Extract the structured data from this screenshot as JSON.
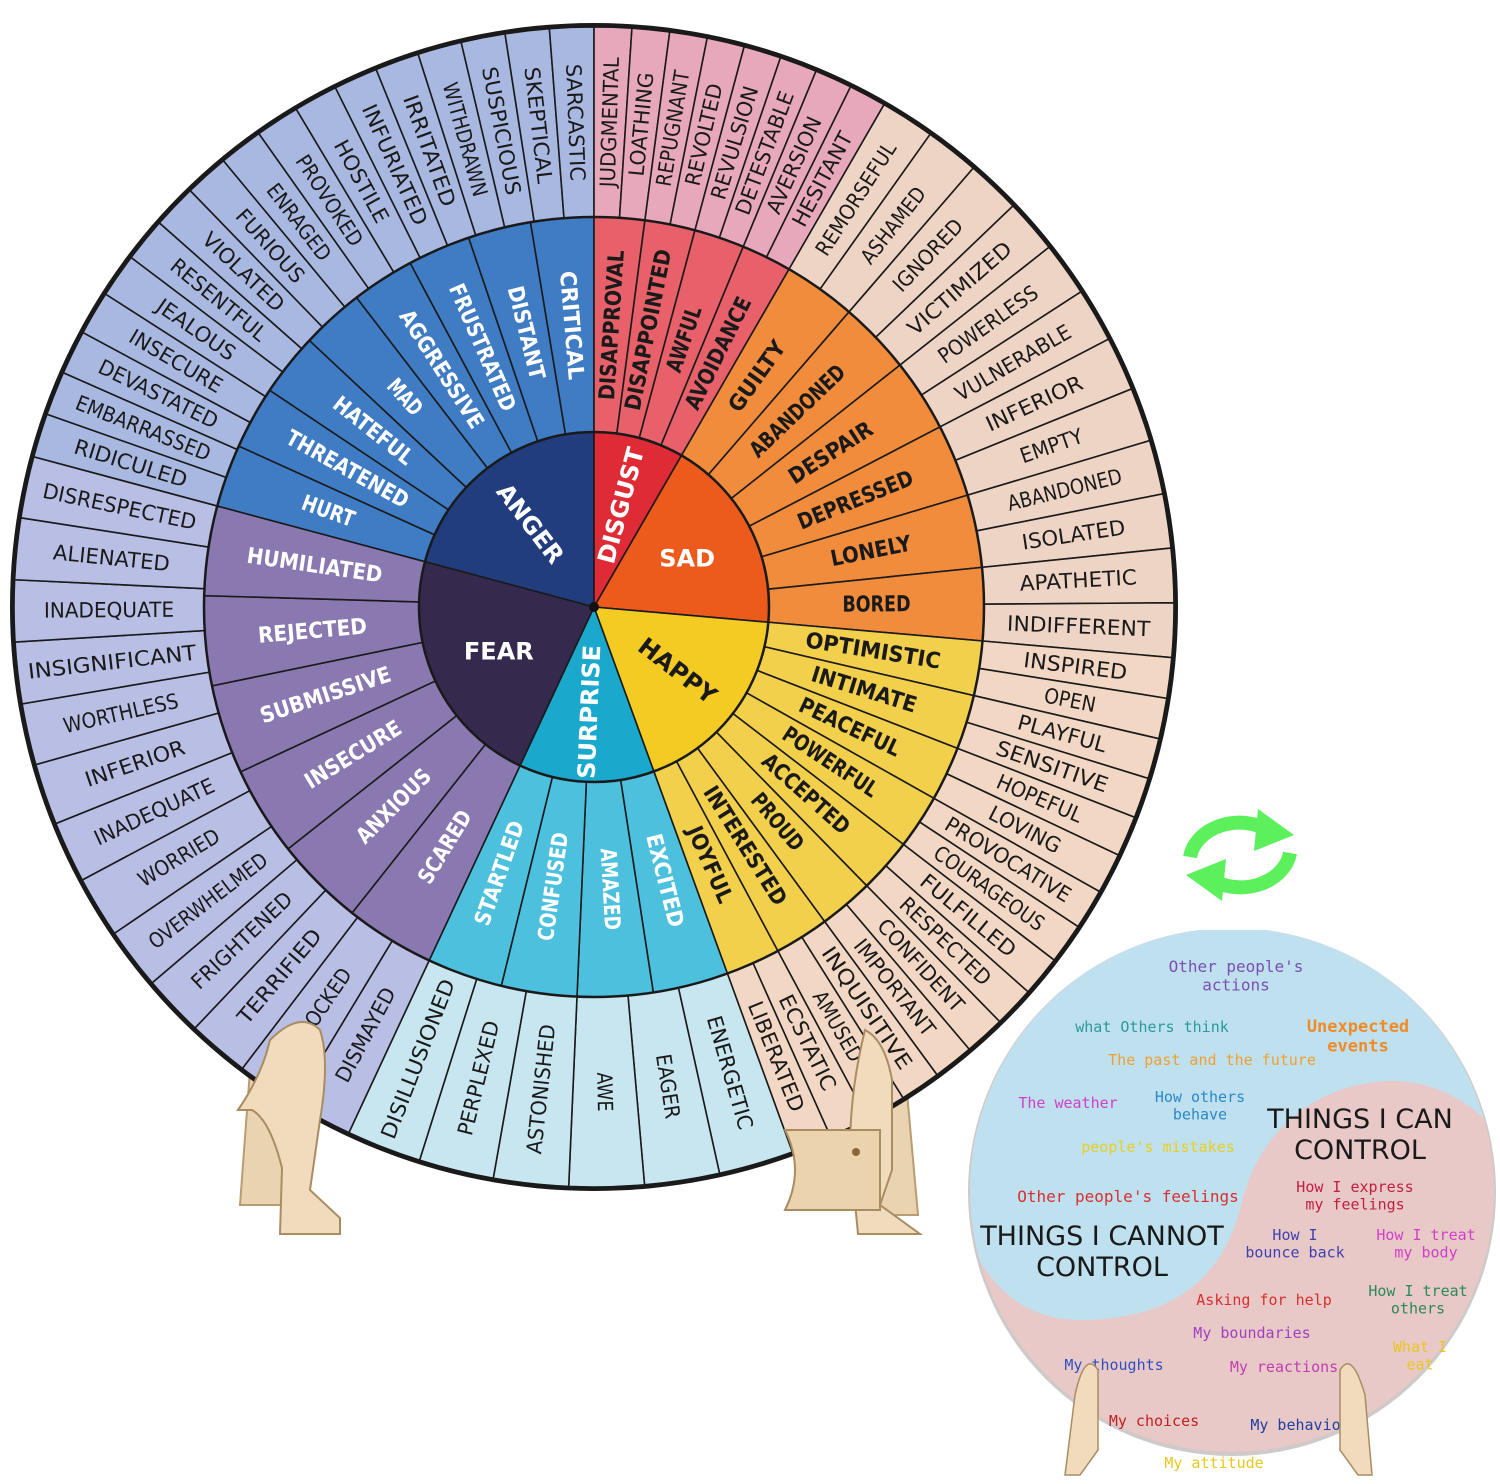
{
  "wheel": {
    "core": [
      {
        "label": "ANGER",
        "color": "#223d7e",
        "start": -75,
        "end": 0
      },
      {
        "label": "DISGUST",
        "color": "#de2b36",
        "start": 0,
        "end": 30
      },
      {
        "label": "SAD",
        "color": "#ec5a1c",
        "start": 30,
        "end": 95
      },
      {
        "label": "HAPPY",
        "color": "#f4cb22",
        "start": 95,
        "end": 160
      },
      {
        "label": "SURPRISE",
        "color": "#1aa9cc",
        "start": 160,
        "end": 205
      },
      {
        "label": "FEAR",
        "color": "#352a4e",
        "start": 205,
        "end": 285
      }
    ],
    "middle": [
      {
        "color": "#3f7cc4",
        "labels": [
          "HURT",
          "THREATENED",
          "HATEFUL",
          "MAD",
          "AGGRESSIVE",
          "FRUSTRATED",
          "DISTANT",
          "CRITICAL"
        ]
      },
      {
        "color": "#e8606a",
        "labels": [
          "DISAPPROVAL",
          "DISAPPOINTED",
          "AWFUL",
          "AVOIDANCE"
        ]
      },
      {
        "color": "#f08c3c",
        "labels": [
          "GUILTY",
          "ABANDONED",
          "DESPAIR",
          "DEPRESSED",
          "LONELY",
          "BORED"
        ]
      },
      {
        "color": "#f2d04c",
        "labels": [
          "OPTIMISTIC",
          "INTIMATE",
          "PEACEFUL",
          "POWERFUL",
          "ACCEPTED",
          "PROUD",
          "INTERESTED",
          "JOYFUL"
        ]
      },
      {
        "color": "#4cc0dc",
        "labels": [
          "EXCITED",
          "AMAZED",
          "CONFUSED",
          "STARTLED"
        ]
      },
      {
        "color": "#8a78b0",
        "labels": [
          "SCARED",
          "ANXIOUS",
          "INSECURE",
          "SUBMISSIVE",
          "REJECTED",
          "HUMILIATED"
        ]
      }
    ],
    "outer": [
      {
        "color": "#a8b8e0",
        "labels": [
          "RIDICULED",
          "EMBARRASSED",
          "DEVASTATED",
          "INSECURE",
          "JEALOUS",
          "RESENTFUL",
          "VIOLATED",
          "FURIOUS",
          "ENRAGED",
          "PROVOKED",
          "HOSTILE",
          "INFURIATED",
          "IRRITATED",
          "WITHDRAWN",
          "SUSPICIOUS",
          "SKEPTICAL",
          "SARCASTIC"
        ]
      },
      {
        "color": "#e8a8bc",
        "labels": [
          "JUDGMENTAL",
          "LOATHING",
          "REPUGNANT",
          "REVOLTED",
          "REVULSION",
          "DETESTABLE",
          "AVERSION",
          "HESITANT"
        ]
      },
      {
        "color": "#eed4c4",
        "labels": [
          "REMORSEFUL",
          "ASHAMED",
          "IGNORED",
          "VICTIMIZED",
          "POWERLESS",
          "VULNERABLE",
          "INFERIOR",
          "EMPTY",
          "ABANDONED",
          "ISOLATED",
          "APATHETIC",
          "INDIFFERENT"
        ]
      },
      {
        "color": "#f2d8c4",
        "labels": [
          "INSPIRED",
          "OPEN",
          "PLAYFUL",
          "SENSITIVE",
          "HOPEFUL",
          "LOVING",
          "PROVOCATIVE",
          "COURAGEOUS",
          "FULFILLED",
          "RESPECTED",
          "CONFIDENT",
          "IMPORTANT",
          "INQUISITIVE",
          "AMUSED",
          "ECSTATIC",
          "LIBERATED"
        ]
      },
      {
        "color": "#c8e6f0",
        "labels": [
          "ENERGETIC",
          "EAGER",
          "AWE",
          "ASTONISHED",
          "PERPLEXED",
          "DISILLUSIONED"
        ]
      },
      {
        "color": "#b8bee4",
        "labels": [
          "DISMAYED",
          "SHOCKED",
          "TERRIFIED",
          "FRIGHTENED",
          "OVERWHELMED",
          "WORRIED",
          "INADEQUATE",
          "INFERIOR",
          "WORTHLESS",
          "INSIGNIFICANT",
          "INADEQUATE",
          "ALIENATED",
          "DISRESPECTED"
        ]
      }
    ]
  },
  "board": {
    "cannot_title": [
      "THINGS I CANNOT",
      "CONTROL"
    ],
    "can_title": [
      "THINGS I CAN",
      "CONTROL"
    ],
    "cannot_items": [
      {
        "lines": [
          "Other people's",
          "actions"
        ],
        "color": "#7b4fb4"
      },
      {
        "lines": [
          "what Others think"
        ],
        "color": "#2a9a9a"
      },
      {
        "lines": [
          "Unexpected",
          "events"
        ],
        "color": "#f08c28"
      },
      {
        "lines": [
          "The past and the future"
        ],
        "color": "#f0a030"
      },
      {
        "lines": [
          "The weather"
        ],
        "color": "#d040c8"
      },
      {
        "lines": [
          "How others",
          "behave"
        ],
        "color": "#2a88c8"
      },
      {
        "lines": [
          "people's mistakes"
        ],
        "color": "#e8d020"
      },
      {
        "lines": [
          "Other people's feelings"
        ],
        "color": "#d83030"
      }
    ],
    "can_items": [
      {
        "lines": [
          "How I express",
          "my feelings"
        ],
        "color": "#c02040"
      },
      {
        "lines": [
          "How I",
          "bounce back"
        ],
        "color": "#4040b0"
      },
      {
        "lines": [
          "How I treat",
          "my body"
        ],
        "color": "#d040c8"
      },
      {
        "lines": [
          "Asking for help"
        ],
        "color": "#d83030"
      },
      {
        "lines": [
          "How I treat",
          "others"
        ],
        "color": "#2a8a5a"
      },
      {
        "lines": [
          "My boundaries"
        ],
        "color": "#a040c0"
      },
      {
        "lines": [
          "What I",
          "eat"
        ],
        "color": "#e8c820"
      },
      {
        "lines": [
          "My thoughts"
        ],
        "color": "#3050c0"
      },
      {
        "lines": [
          "My reactions"
        ],
        "color": "#c040b0"
      },
      {
        "lines": [
          "My choices"
        ],
        "color": "#c02020"
      },
      {
        "lines": [
          "My behavior"
        ],
        "color": "#2040a0"
      },
      {
        "lines": [
          "My attitude"
        ],
        "color": "#e8c820"
      }
    ]
  },
  "swap_icon": {
    "name": "swap-arrows-icon",
    "color": "#5cf05c"
  }
}
